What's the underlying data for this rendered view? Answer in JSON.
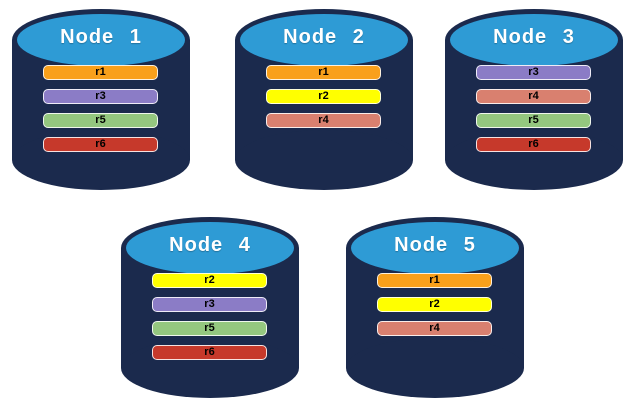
{
  "diagram": {
    "description": "Five database nodes with replicated partitions",
    "colors": {
      "cylinder_body": "#1B2A4D",
      "cylinder_top": "#2E9BD5",
      "background": "#FFFFFF",
      "replica_r1": "#F9A01B",
      "replica_r2": "#FFFF00",
      "replica_r3": "#8B7CC6",
      "replica_r4": "#D9806F",
      "replica_r5": "#94C77F",
      "replica_r6": "#C6392B"
    },
    "nodes": [
      {
        "title": "Node 1",
        "replicas": [
          {
            "label": "r1",
            "color": "#F9A01B"
          },
          {
            "label": "r3",
            "color": "#8B7CC6"
          },
          {
            "label": "r5",
            "color": "#94C77F"
          },
          {
            "label": "r6",
            "color": "#C6392B"
          }
        ]
      },
      {
        "title": "Node 2",
        "replicas": [
          {
            "label": "r1",
            "color": "#F9A01B"
          },
          {
            "label": "r2",
            "color": "#FFFF00"
          },
          {
            "label": "r4",
            "color": "#D9806F"
          }
        ]
      },
      {
        "title": "Node 3",
        "replicas": [
          {
            "label": "r3",
            "color": "#8B7CC6"
          },
          {
            "label": "r4",
            "color": "#D9806F"
          },
          {
            "label": "r5",
            "color": "#94C77F"
          },
          {
            "label": "r6",
            "color": "#C6392B"
          }
        ]
      },
      {
        "title": "Node 4",
        "replicas": [
          {
            "label": "r2",
            "color": "#FFFF00"
          },
          {
            "label": "r3",
            "color": "#8B7CC6"
          },
          {
            "label": "r5",
            "color": "#94C77F"
          },
          {
            "label": "r6",
            "color": "#C6392B"
          }
        ]
      },
      {
        "title": "Node 5",
        "replicas": [
          {
            "label": "r1",
            "color": "#F9A01B"
          },
          {
            "label": "r2",
            "color": "#FFFF00"
          },
          {
            "label": "r4",
            "color": "#D9806F"
          }
        ]
      }
    ]
  }
}
